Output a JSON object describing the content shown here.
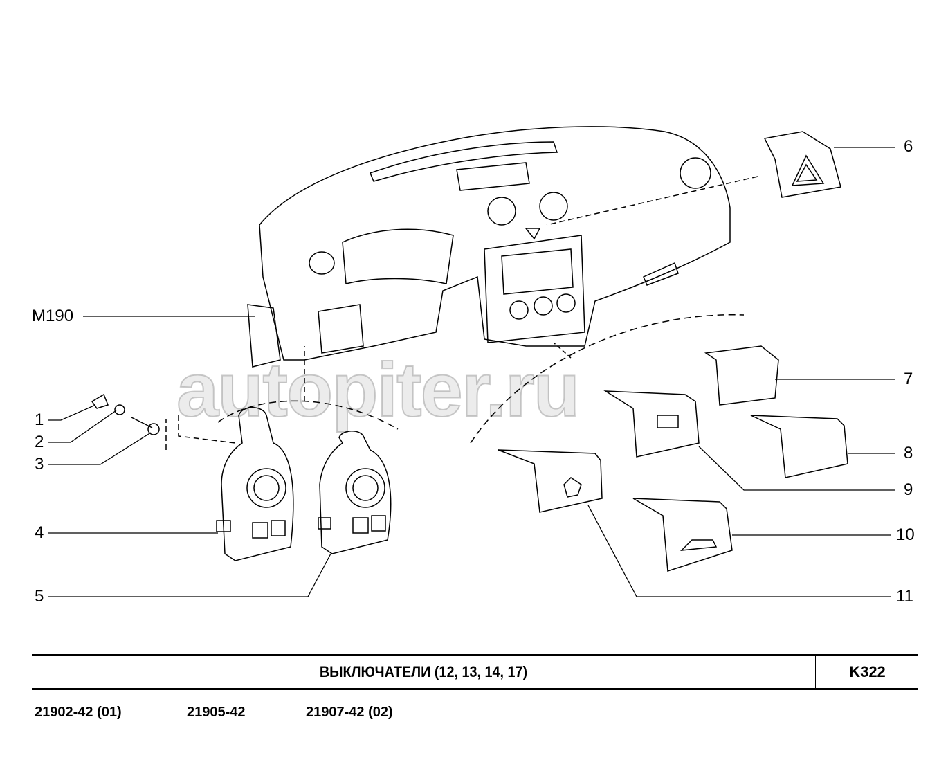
{
  "callouts": {
    "m190": "M190",
    "c1": "1",
    "c2": "2",
    "c3": "3",
    "c4": "4",
    "c5": "5",
    "c6": "6",
    "c7": "7",
    "c8": "8",
    "c9": "9",
    "c10": "10",
    "c11": "11"
  },
  "watermark": "autopiter.ru",
  "title_block": {
    "title": "ВЫКЛЮЧАТЕЛИ (12, 13, 14, 17)",
    "code": "K322"
  },
  "models": [
    "21902-42 (01)",
    "21905-42",
    "21907-42 (02)"
  ]
}
